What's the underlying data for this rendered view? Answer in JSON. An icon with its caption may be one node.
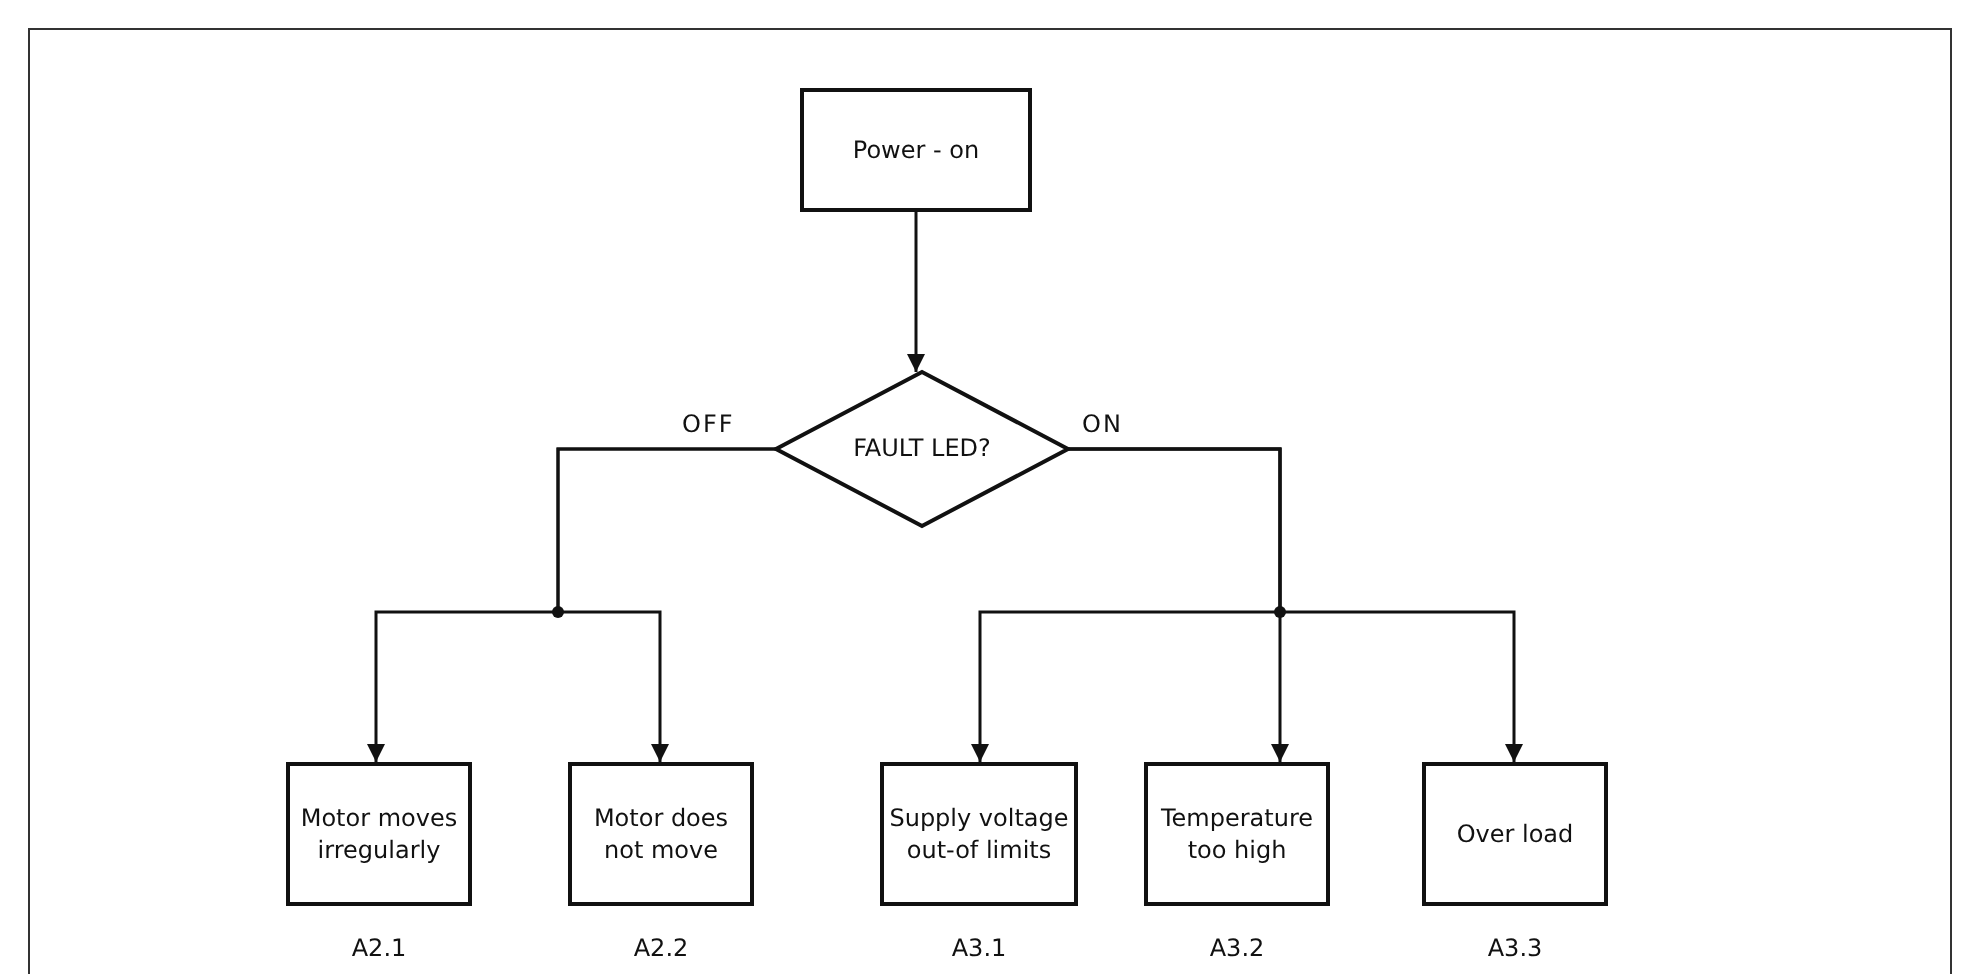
{
  "diagram": {
    "nodes": [
      {
        "text": [
          "Power - on"
        ]
      },
      {
        "text": [
          "FAULT LED?"
        ]
      },
      {
        "text": [
          "Motor moves irregularly"
        ],
        "beside": [
          "A2.1"
        ]
      },
      {
        "text": [
          "Motor does not move"
        ],
        "beside": [
          "A2.2"
        ]
      },
      {
        "text": [
          "Supply voltage out-of limits"
        ],
        "beside": [
          "A3.1"
        ]
      },
      {
        "text": [
          "Temperature too high"
        ],
        "beside": [
          "A3.2"
        ]
      },
      {
        "text": [
          "Over load"
        ],
        "beside": [
          "A3.3"
        ]
      }
    ],
    "edges": [
      {
        "from": 0,
        "to": 1,
        "arrow": "to"
      },
      {
        "from": 1,
        "to": 2,
        "arrow": "to",
        "label": "OFF"
      },
      {
        "from": 1,
        "to": 3,
        "arrow": "to"
      },
      {
        "from": 1,
        "to": 4,
        "arrow": "to",
        "label": "ON"
      },
      {
        "from": 1,
        "to": 5,
        "arrow": "to"
      },
      {
        "from": 1,
        "to": 6,
        "arrow": "to"
      }
    ]
  }
}
